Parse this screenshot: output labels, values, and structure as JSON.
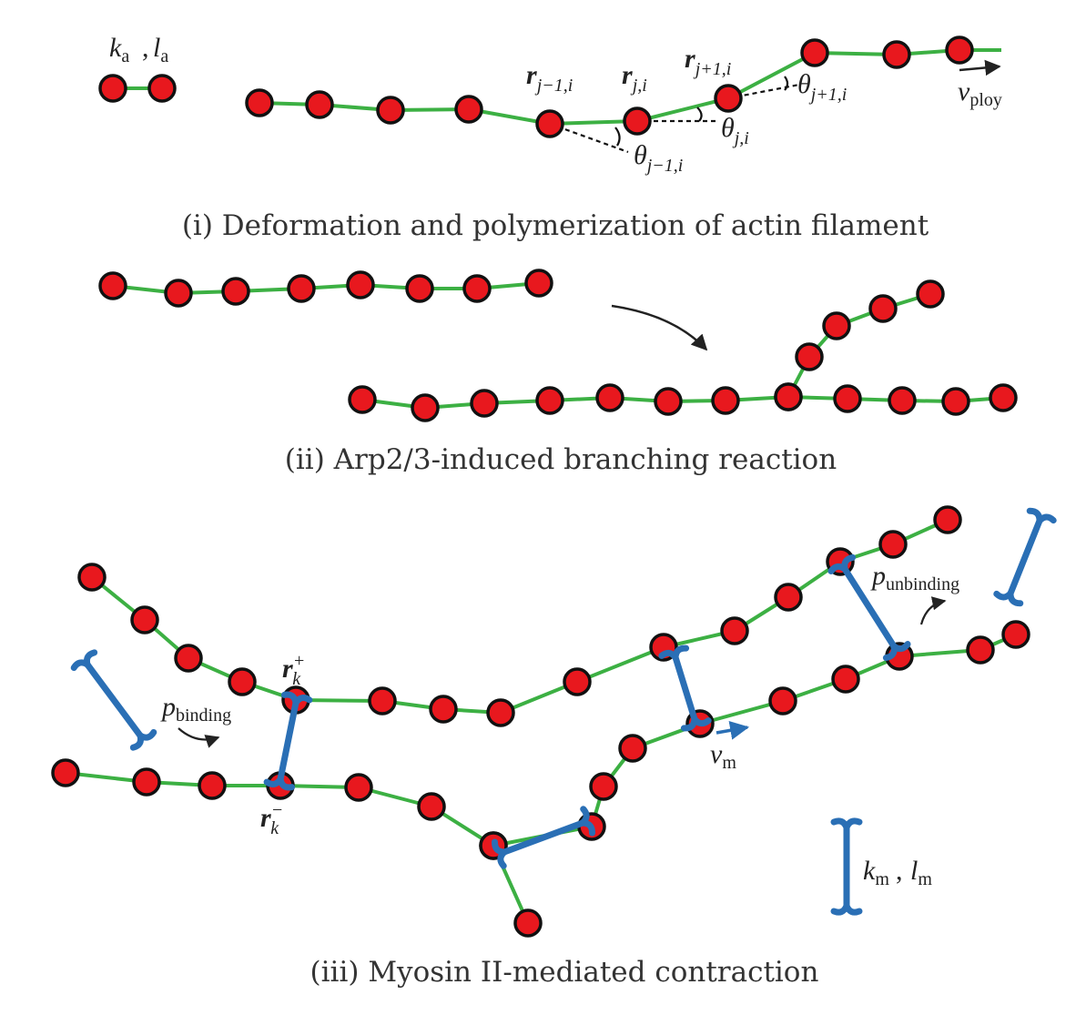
{
  "colors": {
    "bead_fill": "#e8181e",
    "bead_stroke": "#111111",
    "filament": "#3cb043",
    "myosin": "#2a6fb5",
    "text": "#222222",
    "velocity_arrow_myosin": "#2a6fb5"
  },
  "panels": {
    "p1": {
      "caption": "(i) Deformation and polymerization of actin filament",
      "ka": "k",
      "ka_sub": "a",
      "la": "l",
      "la_sub": "a",
      "r_prev": "r",
      "r_prev_sub": "j−1,i",
      "r_cur": "r",
      "r_cur_sub": "j,i",
      "r_next": "r",
      "r_next_sub": "j+1,i",
      "theta_prev": "θ",
      "theta_prev_sub": "j−1,i",
      "theta_cur": "θ",
      "theta_cur_sub": "j,i",
      "theta_next": "θ",
      "theta_next_sub": "j+1,i",
      "v_poly": "v",
      "v_poly_sub": "ploy"
    },
    "p2": {
      "caption": "(ii) Arp2/3-induced branching reaction"
    },
    "p3": {
      "caption": "(iii) Myosin II-mediated contraction",
      "r_plus": "r",
      "r_plus_sub": "k",
      "r_plus_sup": "+",
      "r_minus": "r",
      "r_minus_sub": "k",
      "r_minus_sup": "−",
      "p_binding": "p",
      "p_binding_sub": "binding",
      "p_unbinding": "p",
      "p_unbinding_sub": "unbinding",
      "v_m": "v",
      "v_m_sub": "m",
      "km": "k",
      "km_sub": "m",
      "lm": "l",
      "lm_sub": "m"
    }
  }
}
